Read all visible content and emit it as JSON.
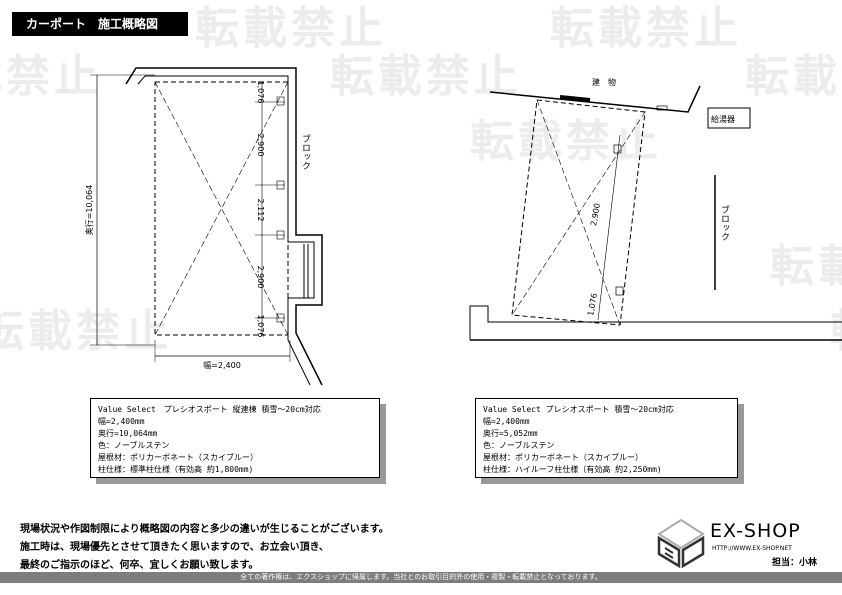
{
  "header": {
    "title": "カーポート　施工概略図"
  },
  "watermark": "転載禁止",
  "left_drawing": {
    "depth_label": "奥行=10,064",
    "width_label": "幅=2,400",
    "segments": [
      "1,076",
      "2,900",
      "2,112",
      "2,900",
      "1,076"
    ],
    "block_label": "ブロック"
  },
  "right_drawing": {
    "building_label": "建　物",
    "heater_label": "給湯器",
    "block_label": "ブロック",
    "segments": [
      "2,900",
      "1,076"
    ]
  },
  "spec_left": [
    "Value Select　プレシオスポート 縦連棟 積雪～20cm対応",
    "幅=2,400mm",
    "奥行=10,064mm",
    "色：ノーブルステン",
    "屋根材：ポリカーボネート（スカイブルー）",
    "柱仕様：標準柱仕様（有効高 約1,800mm)"
  ],
  "spec_right": [
    "Value Select プレシオスポート 積雪～20cm対応",
    "幅=2,400mm",
    "奥行=5,052mm",
    "色：ノーブルステン",
    "屋根材：ポリカーボネート（スカイブルー）",
    "柱仕様：ハイルーフ柱仕様（有効高 約2,250mm)"
  ],
  "notes": [
    "現場状況や作図制限により概略図の内容と多少の違いが生じることがございます。",
    "施工時は、現場優先とさせて頂きたく思いますので、お立会い頂き、",
    "最終のご指示のほど、何卒、宜しくお願い致します。"
  ],
  "brand": {
    "name": "EX-SHOP",
    "url": "HTTP://WWW.EX-SHOP.NET",
    "staff": "担当：小林"
  },
  "footer": "全ての著作権は、エクスショップに帰属します。当社とのお取引目的外の使用・複製・転載禁止となっております。"
}
